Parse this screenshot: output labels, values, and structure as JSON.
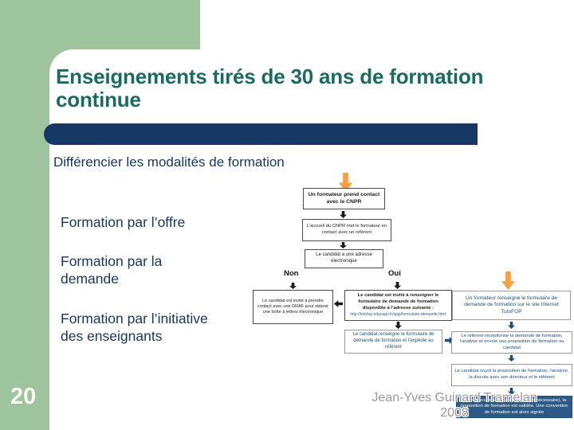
{
  "slide": {
    "title": "Enseignements tirés de 30 ans de formation continue",
    "subtitle": "Différencier les modalités de formation",
    "bullets": [
      "Formation par l’offre",
      "Formation par la demande",
      "Formation par l’initiative des enseignants"
    ],
    "page_number": "20",
    "footer": {
      "line1": "Jean-Yves Guinard Tramelan",
      "line2": "2008"
    }
  },
  "flowchart": {
    "labels": {
      "no": "Non",
      "yes": "Oui"
    },
    "boxes": {
      "top1": "Un formateur prend contact avec le CNPR",
      "top2": "L’accueil du CNPR met le formateur en contact avec un référent",
      "top3": "Le candidat a une adresse électronique",
      "left1": "Le candidat est invité à prendre contact avec une DRAF pour obtenir une boîte à lettres électronique",
      "mid1": "Le candidat est invité à renseigner le formulaire de demande de formation disponible à l’adresse suivante :",
      "mid1_url": "http://tutofop.educagri.fr/spip/formulaire-demande.html",
      "mid2": "Le candidat renseigne le formulaire de demande de formation et l’expédie au référent",
      "right1": "Un formateur renseigne le formulaire de demande de formation sur le site Internet TutoFOP",
      "right2": "Le référent réceptionne la demande de formation, l’analyse et envoie une proposition de formation au candidat",
      "right3": "Le candidat reçoit la proposition de formation, l’analyse, la discute avec son directeur et le référent",
      "final": "Après discussion et ajustements (si nécessaire), la proposition de formation est validée. Une convention de formation est alors signée"
    }
  },
  "colors": {
    "accent_green": "#9DC49D",
    "title_teal": "#1A6B60",
    "bar_navy": "#173767",
    "text_navy": "#17365D",
    "arrow_orange": "#F9A13C",
    "flow_navy": "#1F4E79",
    "final_box_bg": "#2D5986",
    "url_blue": "#3355BB",
    "footer_gray": "#9A9A9A"
  }
}
